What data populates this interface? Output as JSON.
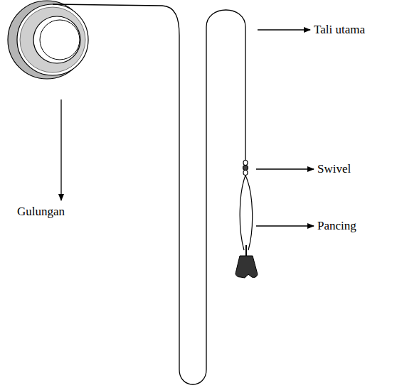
{
  "diagram": {
    "labels": [
      "Gulungan",
      "Tali utama",
      "Swivel",
      "Pancing"
    ]
  }
}
